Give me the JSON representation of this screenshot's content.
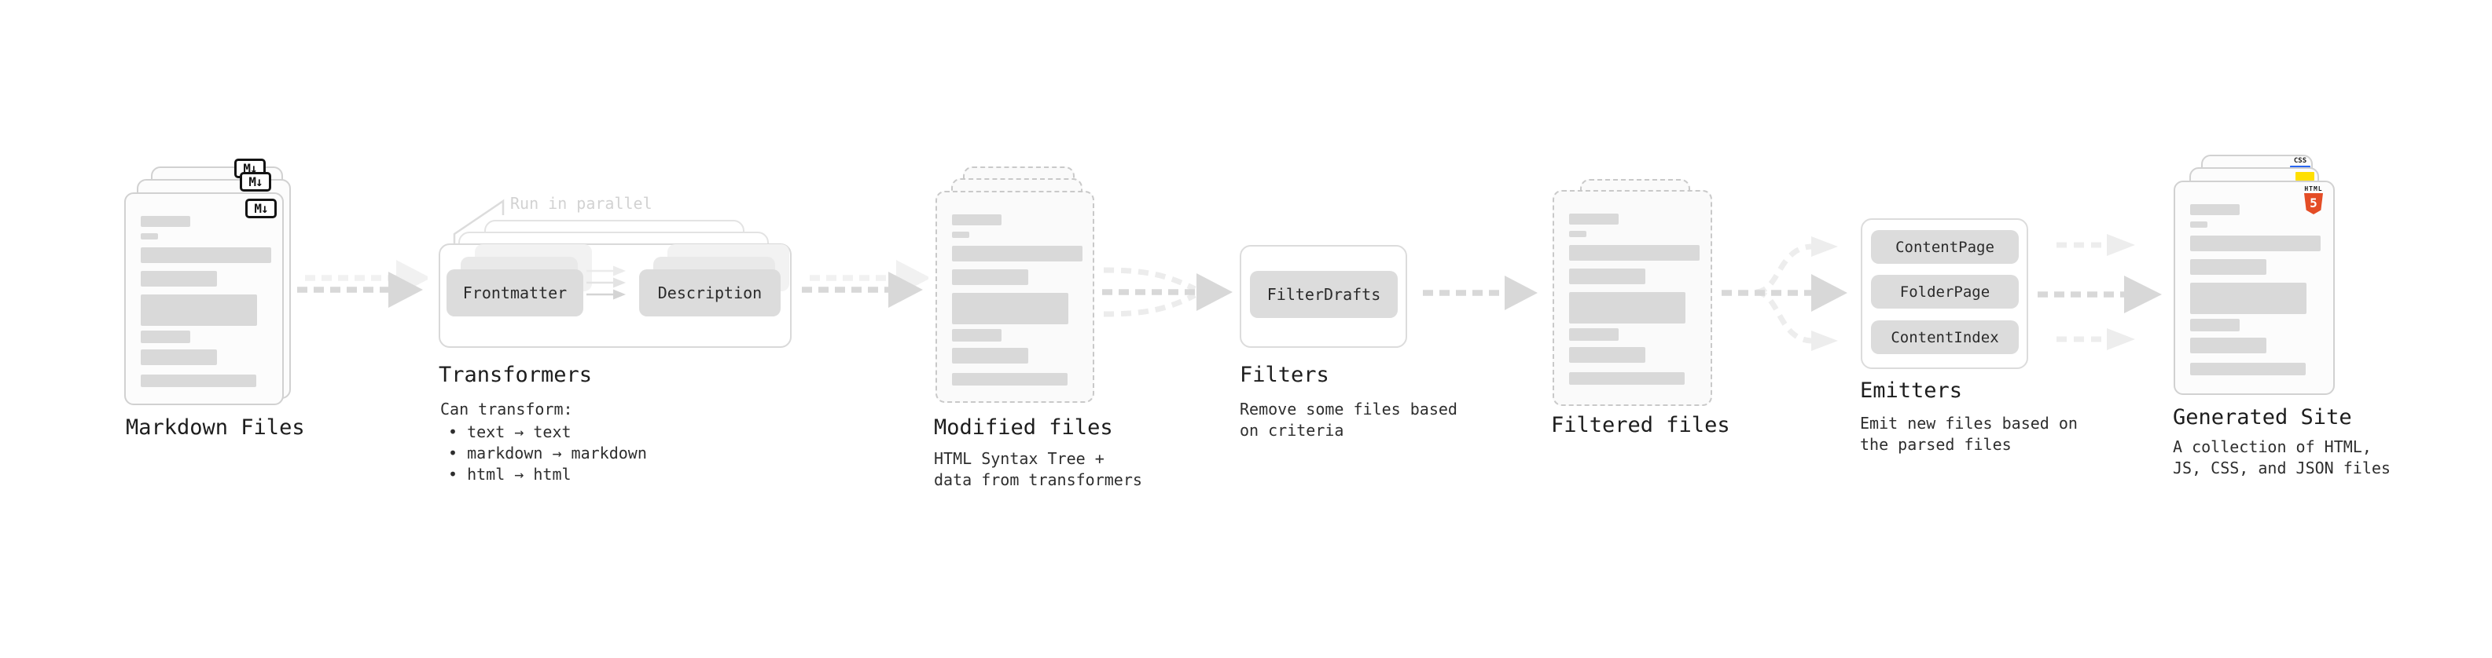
{
  "diagram": {
    "markdown": {
      "label": "Markdown Files",
      "badge": "M↓"
    },
    "transformers": {
      "label": "Transformers",
      "note": "Run in parallel",
      "chip_left": "Frontmatter",
      "chip_right": "Description",
      "desc_title": "Can transform:",
      "bullets": [
        "• text → text",
        "• markdown → markdown",
        "• html → html"
      ]
    },
    "modified": {
      "label": "Modified files",
      "desc": "HTML Syntax Tree +\ndata from transformers"
    },
    "filters": {
      "label": "Filters",
      "chip": "FilterDrafts",
      "desc": "Remove some files based\non criteria"
    },
    "filtered": {
      "label": "Filtered files"
    },
    "emitters": {
      "label": "Emitters",
      "chips": [
        "ContentPage",
        "FolderPage",
        "ContentIndex"
      ],
      "desc": "Emit new files based on\nthe parsed files"
    },
    "site": {
      "label": "Generated Site",
      "desc": "A collection of HTML,\nJS, CSS, and JSON files",
      "css_badge": "CSS",
      "html_badge_label": "HTML",
      "html_badge_number": "5"
    }
  },
  "colors": {
    "html5_orange": "#e44d26",
    "css_blue": "#2965f1",
    "js_yellow": "#ffdf00"
  }
}
